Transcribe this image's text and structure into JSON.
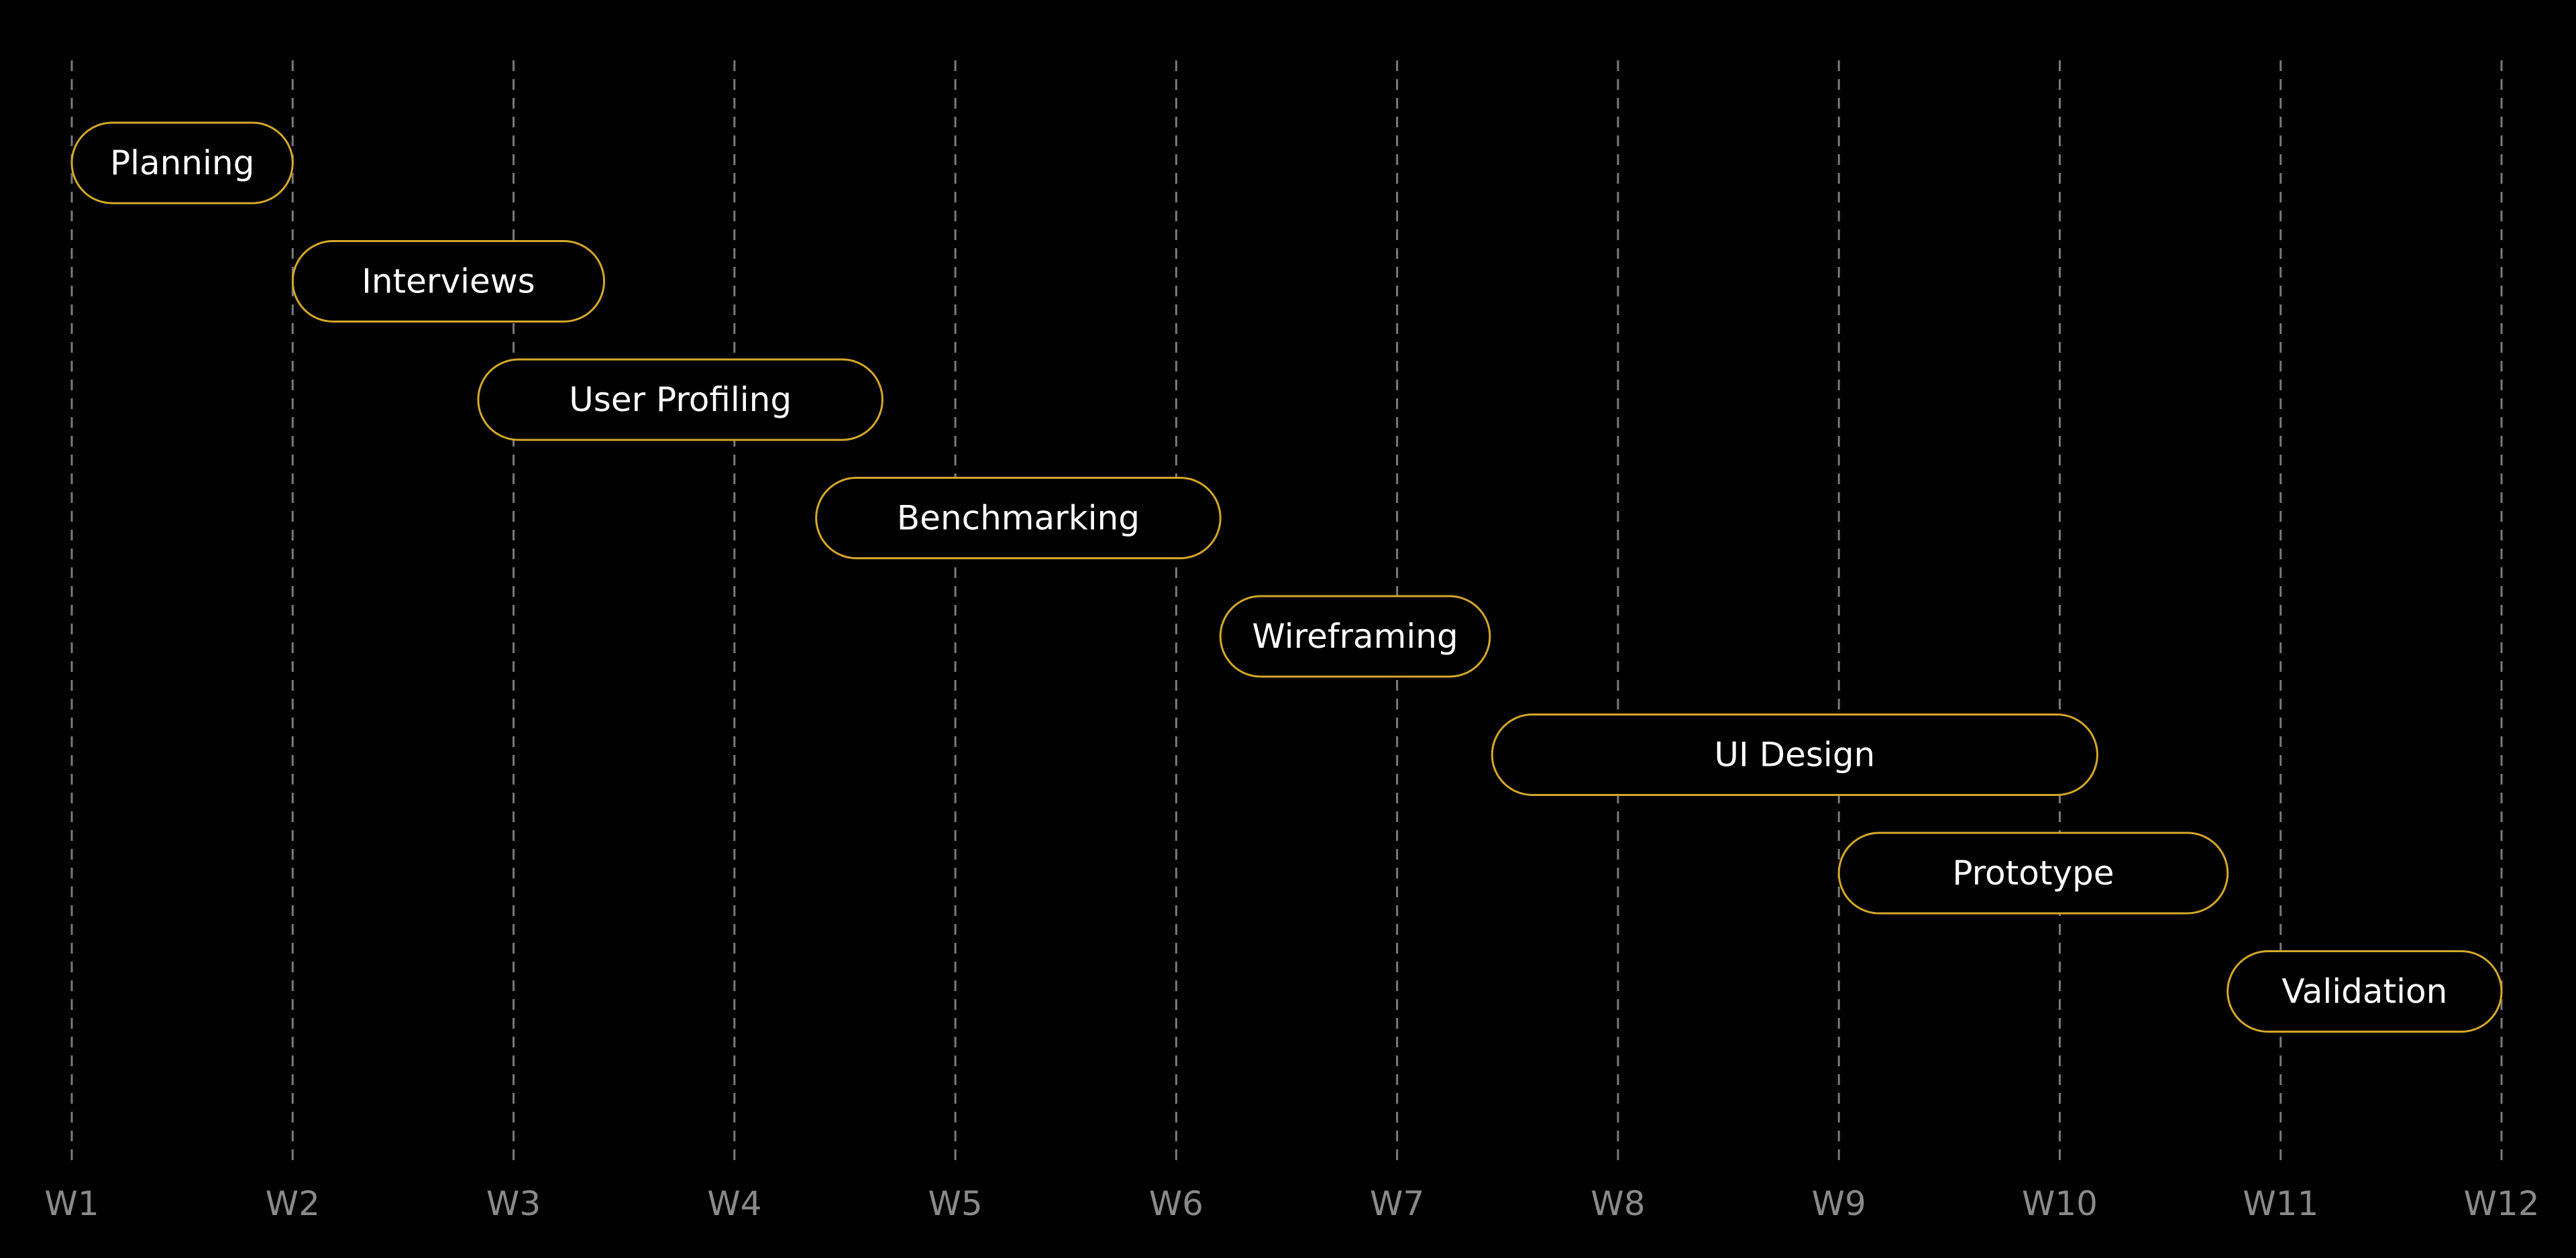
{
  "chart_data": {
    "type": "gantt",
    "title": "",
    "xlabel": "",
    "ylabel": "",
    "x_ticks": [
      "W1",
      "W2",
      "W3",
      "W4",
      "W5",
      "W6",
      "W7",
      "W8",
      "W9",
      "W10",
      "W11",
      "W12"
    ],
    "xlim": [
      1,
      12
    ],
    "grid": true,
    "tasks": [
      {
        "name": "Planning",
        "start": 1.0,
        "end": 2.0
      },
      {
        "name": "Interviews",
        "start": 2.0,
        "end": 3.41
      },
      {
        "name": "User Profiling",
        "start": 2.84,
        "end": 4.67
      },
      {
        "name": "Benchmarking",
        "start": 4.37,
        "end": 6.2
      },
      {
        "name": "Wireframing",
        "start": 6.2,
        "end": 7.42
      },
      {
        "name": "UI Design",
        "start": 7.43,
        "end": 10.17
      },
      {
        "name": "Prototype",
        "start": 9.0,
        "end": 10.76
      },
      {
        "name": "Validation",
        "start": 10.76,
        "end": 12.0
      }
    ],
    "colors": {
      "background": "#000000",
      "bar_stroke": "#d4a82a",
      "bar_fill": "#000000",
      "bar_text": "#ffffff",
      "grid": "#7a7a7a",
      "tick_text": "#8a8a8a"
    }
  }
}
